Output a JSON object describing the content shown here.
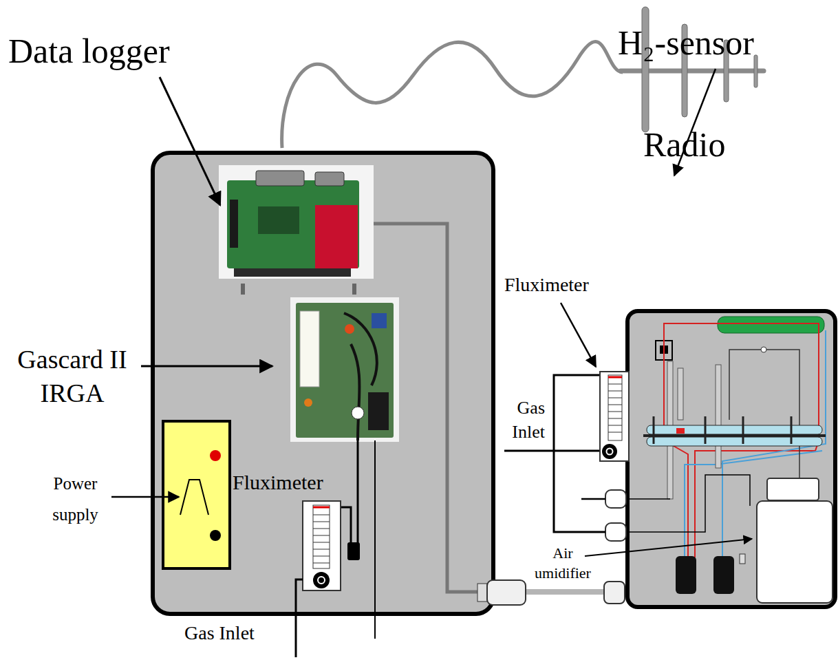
{
  "diagram": {
    "labels": [
      "Data logger",
      "Radio",
      "H₂-sensor",
      "Fluximeter",
      "Gascard II IRGA",
      "Gas Inlet",
      "Power supply",
      "Fluximeter",
      "Gas Inlet",
      "Air umidifier"
    ]
  }
}
